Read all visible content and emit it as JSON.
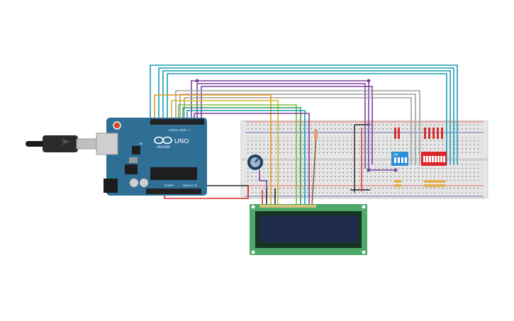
{
  "arduino": {
    "logo_text": "UNO",
    "brand": "ARDUINO",
    "digital_label": "DIGITAL (PWM ~)",
    "power_label": "POWER",
    "analog_label": "ANALOG IN",
    "on_label": "ON",
    "colors": {
      "board": "#2f6f95",
      "header": "#222222",
      "chip": "#1e1e1e"
    }
  },
  "dip_switch_small": {
    "label": "ON",
    "positions": 4,
    "color": "#2e8fd6"
  },
  "dip_switch_large": {
    "positions": 8,
    "color": "#d9262c"
  },
  "lcd": {
    "type": "16x2",
    "pins": 16,
    "colors": {
      "pcb": "#4da86a",
      "screen": "#1f2b4d"
    }
  },
  "breadboard": {
    "color": "#e6e6e6",
    "rail_red": "#e53935",
    "rail_blue": "#3949ab"
  },
  "wire_colors": [
    "#1a9bb8",
    "#7b3fa0",
    "#9e9e9e",
    "#e69a1e",
    "#d6b81c",
    "#7cbf3a",
    "#2e9e5a",
    "#8a5a2b",
    "#d92b2b",
    "#222222"
  ]
}
